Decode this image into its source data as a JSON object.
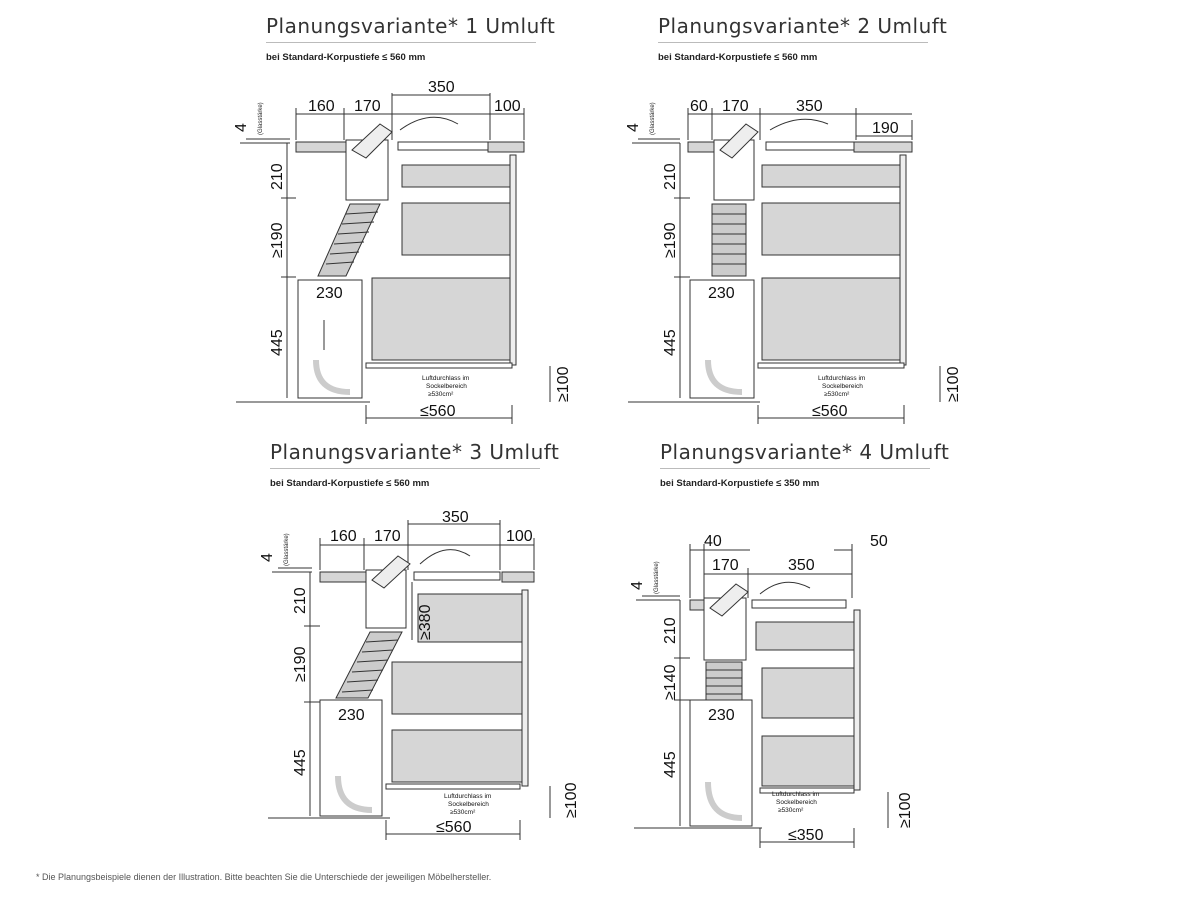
{
  "panels": [
    {
      "title": "Planungsvariante* 1 Umluft",
      "subtitle": "bei Standard-Korpustiefe ≤ 560 mm",
      "dims": {
        "top_a": "160",
        "top_b": "170",
        "top_c": "350",
        "top_d": "100",
        "glass_t": "4",
        "glass_lbl": "(Glasstärke)",
        "v1": "210",
        "v2": "≥190",
        "v3": "445",
        "box_w": "230",
        "plinth_h": "≥100",
        "depth": "≤560"
      },
      "note": {
        "line1": "Luftdurchlass im",
        "line2": "Sockelbereich",
        "line3": "≥530cm²"
      }
    },
    {
      "title": "Planungsvariante* 2 Umluft",
      "subtitle": "bei Standard-Korpustiefe ≤ 560 mm",
      "dims": {
        "top_a": "60",
        "top_b": "170",
        "top_c": "350",
        "top_d": "190",
        "glass_t": "4",
        "glass_lbl": "(Glasstärke)",
        "v1": "210",
        "v2": "≥190",
        "v3": "445",
        "box_w": "230",
        "plinth_h": "≥100",
        "depth": "≤560"
      },
      "note": {
        "line1": "Luftdurchlass im",
        "line2": "Sockelbereich",
        "line3": "≥530cm²"
      }
    },
    {
      "title": "Planungsvariante* 3 Umluft",
      "subtitle": "bei Standard-Korpustiefe ≤ 560 mm",
      "dims": {
        "top_a": "160",
        "top_b": "170",
        "top_c": "350",
        "top_d": "100",
        "glass_t": "4",
        "glass_lbl": "(Glasstärke)",
        "v1": "210",
        "v2": "≥190",
        "v3": "445",
        "extra": "≥380",
        "box_w": "230",
        "plinth_h": "≥100",
        "depth": "≤560"
      },
      "note": {
        "line1": "Luftdurchlass im",
        "line2": "Sockelbereich",
        "line3": "≥530cm²"
      }
    },
    {
      "title": "Planungsvariante* 4 Umluft",
      "subtitle": "bei Standard-Korpustiefe ≤ 350 mm",
      "dims": {
        "top_a": "40",
        "top_b": "170",
        "top_c": "350",
        "top_d": "50",
        "glass_t": "4",
        "glass_lbl": "(Glasstärke)",
        "v1": "210",
        "v2": "≥140",
        "v3": "445",
        "box_w": "230",
        "plinth_h": "≥100",
        "depth": "≤350"
      },
      "note": {
        "line1": "Luftdurchlass im",
        "line2": "Sockelbereich",
        "line3": "≥530cm²"
      }
    }
  ],
  "footnote": "* Die Planungsbeispiele dienen der Illustration. Bitte beachten Sie die Unterschiede der jeweiligen Möbelhersteller.",
  "colors": {
    "line": "#333333",
    "fill": "#d6d6d6",
    "fill_dark": "#bfbfbf"
  }
}
